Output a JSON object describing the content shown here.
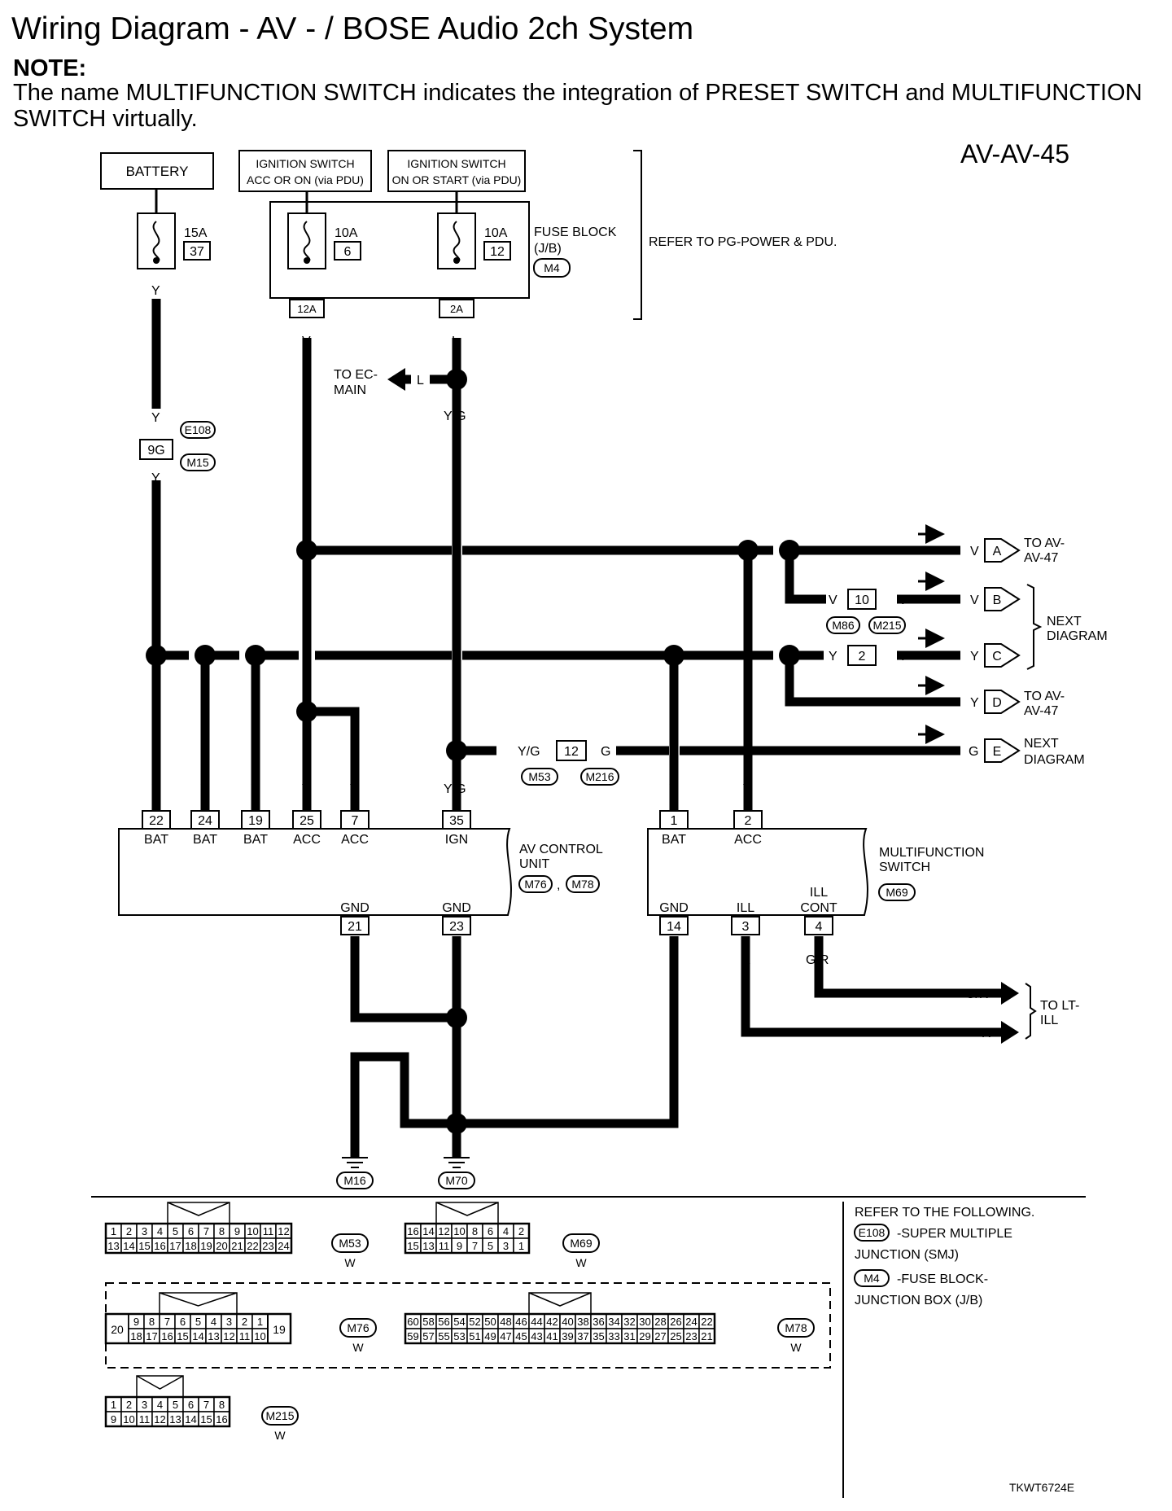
{
  "title": "Wiring Diagram - AV - / BOSE Audio 2ch System",
  "note": {
    "heading": "NOTE:",
    "text": "The name MULTIFUNCTION SWITCH indicates the integration of PRESET SWITCH and MULTIFUNCTION SWITCH virtually."
  },
  "diagram_id": "AV-AV-45",
  "power": {
    "battery": "BATTERY",
    "ign_acc_1": "IGNITION SWITCH",
    "ign_acc_2": "ACC OR ON (via PDU)",
    "ign_on_1": "IGNITION SWITCH",
    "ign_on_2": "ON OR START (via PDU)",
    "fuse_battery": {
      "amp": "15A",
      "num": "37"
    },
    "fuse_acc": {
      "amp": "10A",
      "num": "6"
    },
    "fuse_ign": {
      "amp": "10A",
      "num": "12"
    },
    "fuse_block_1": "FUSE BLOCK",
    "fuse_block_2": "(J/B)",
    "fuse_block_conn": "M4",
    "refer": "REFER TO PG-POWER & PDU.",
    "term_acc": "12A",
    "term_ign": "2A"
  },
  "wires": {
    "y": "Y",
    "v": "V",
    "l": "L",
    "yg": "Y/G",
    "g": "G",
    "b": "B",
    "r": "R",
    "gr": "G/R"
  },
  "joints": {
    "e108": "E108",
    "m15": "M15",
    "pin_9g": "9G",
    "m86": "M86",
    "m215": "M215",
    "pin_10": "10",
    "pin_2": "2",
    "m53": "M53",
    "m216": "M216",
    "pin_12": "12"
  },
  "to_ec_1": "TO EC-",
  "to_ec_2": "MAIN",
  "outputs": {
    "a": "A",
    "b": "B",
    "c": "C",
    "d": "D",
    "e": "E",
    "to_av_a_1": "TO AV-",
    "to_av_a_2": "AV-47",
    "next_1": "NEXT",
    "next_2": "DIAGRAM",
    "to_av_d_1": "TO AV-",
    "to_av_d_2": "AV-47",
    "next_e_1": "NEXT",
    "next_e_2": "DIAGRAM",
    "to_lt_1": "TO LT-",
    "to_lt_2": "ILL"
  },
  "av_control_unit": {
    "label_1": "AV CONTROL",
    "label_2": "UNIT",
    "conn_1": "M76",
    "conn_2": "M78",
    "comma": ",",
    "pins": [
      {
        "num": "22",
        "name": "BAT"
      },
      {
        "num": "24",
        "name": "BAT"
      },
      {
        "num": "19",
        "name": "BAT"
      },
      {
        "num": "25",
        "name": "ACC"
      },
      {
        "num": "7",
        "name": "ACC"
      },
      {
        "num": "35",
        "name": "IGN"
      }
    ],
    "gnd_pins": [
      {
        "num": "21",
        "name": "GND"
      },
      {
        "num": "23",
        "name": "GND"
      }
    ]
  },
  "multifunction_switch": {
    "label_1": "MULTIFUNCTION",
    "label_2": "SWITCH",
    "conn": "M69",
    "pins": [
      {
        "num": "1",
        "name": "BAT"
      },
      {
        "num": "2",
        "name": "ACC"
      }
    ],
    "bottom_pins": [
      {
        "num": "14",
        "name": "GND"
      },
      {
        "num": "3",
        "name": "ILL"
      },
      {
        "num": "4",
        "name": "ILL",
        "name2": "CONT"
      }
    ]
  },
  "grounds": [
    "M16",
    "M70"
  ],
  "connectors": {
    "m53": {
      "id": "M53",
      "color": "W",
      "top": [
        "1",
        "2",
        "3",
        "4",
        "5",
        "6",
        "7",
        "8",
        "9",
        "10",
        "11",
        "12"
      ],
      "bottom": [
        "13",
        "14",
        "15",
        "16",
        "17",
        "18",
        "19",
        "20",
        "21",
        "22",
        "23",
        "24"
      ]
    },
    "m69": {
      "id": "M69",
      "color": "W",
      "top": [
        "16",
        "14",
        "12",
        "10",
        "8",
        "6",
        "4",
        "2"
      ],
      "bottom": [
        "15",
        "13",
        "11",
        "9",
        "7",
        "5",
        "3",
        "1"
      ]
    },
    "m76": {
      "id": "M76",
      "color": "W",
      "left": "20",
      "right": "19",
      "top": [
        "9",
        "8",
        "7",
        "6",
        "5",
        "4",
        "3",
        "2",
        "1"
      ],
      "bottom": [
        "18",
        "17",
        "16",
        "15",
        "14",
        "13",
        "12",
        "11",
        "10"
      ]
    },
    "m78": {
      "id": "M78",
      "color": "W",
      "top": [
        "60",
        "58",
        "56",
        "54",
        "52",
        "50",
        "48",
        "46",
        "44",
        "42",
        "40",
        "38",
        "36",
        "34",
        "32",
        "30",
        "28",
        "26",
        "24",
        "22"
      ],
      "bottom": [
        "59",
        "57",
        "55",
        "53",
        "51",
        "49",
        "47",
        "45",
        "43",
        "41",
        "39",
        "37",
        "35",
        "33",
        "31",
        "29",
        "27",
        "25",
        "23",
        "21"
      ]
    },
    "m215": {
      "id": "M215",
      "color": "W",
      "top": [
        "1",
        "2",
        "3",
        "4",
        "5",
        "6",
        "7",
        "8"
      ],
      "bottom": [
        "9",
        "10",
        "11",
        "12",
        "13",
        "14",
        "15",
        "16"
      ]
    }
  },
  "refer_box": {
    "line1": "REFER TO THE FOLLOWING.",
    "e108": "E108",
    "e108_desc": "-SUPER MULTIPLE",
    "e108_desc2": "JUNCTION (SMJ)",
    "m4": "M4",
    "m4_desc": "-FUSE BLOCK-",
    "m4_desc2": "JUNCTION BOX (J/B)"
  },
  "footer_code": "TKWT6724E"
}
